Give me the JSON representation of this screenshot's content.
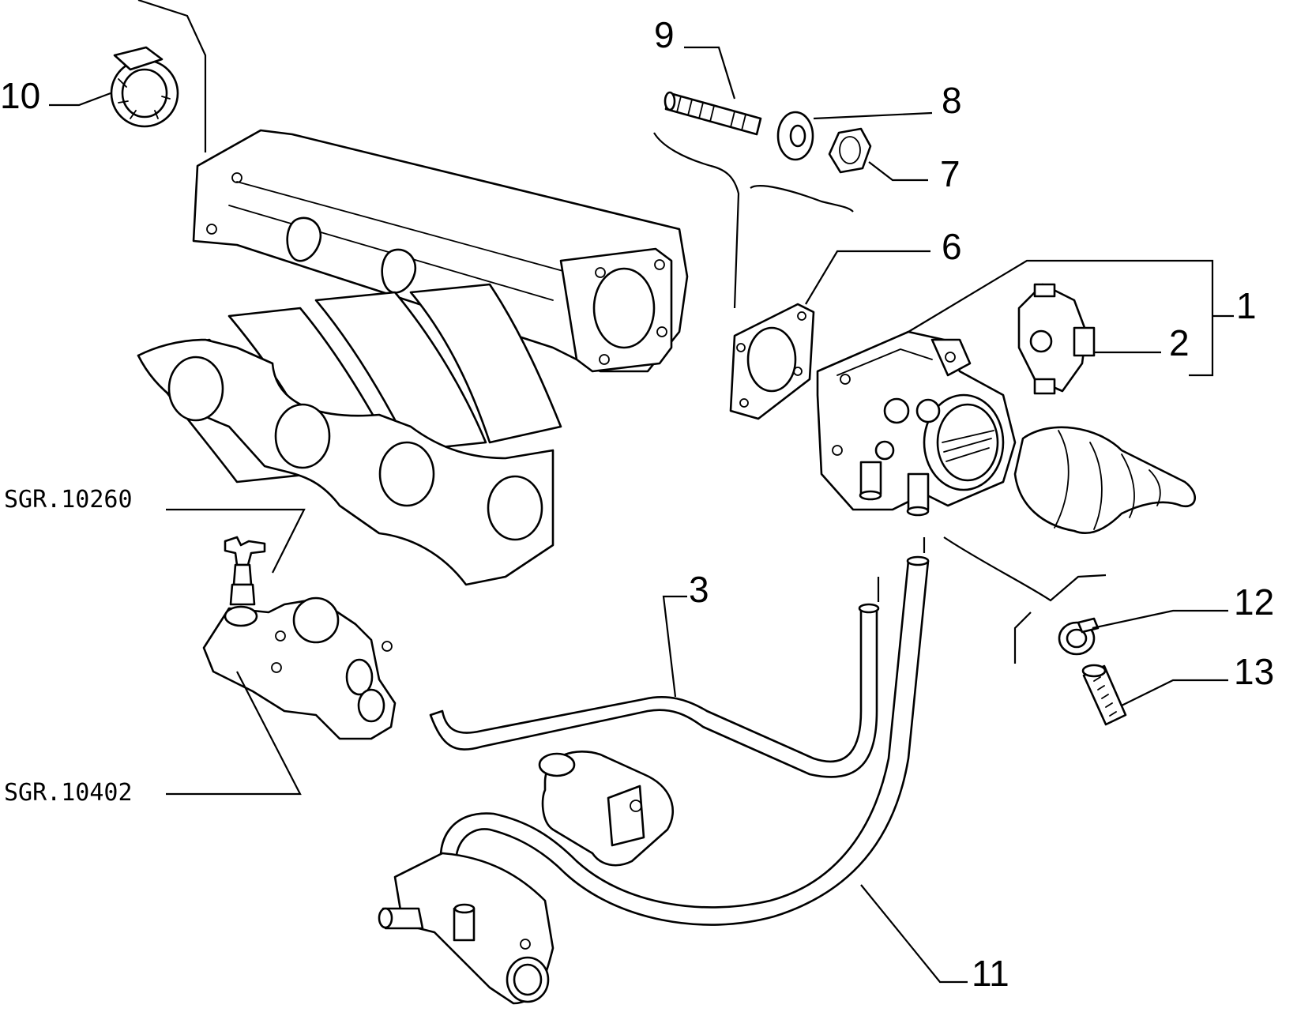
{
  "callouts": {
    "c1": "1",
    "c2": "2",
    "c3": "3",
    "c6": "6",
    "c7": "7",
    "c8": "8",
    "c9": "9",
    "c10": "10",
    "c11": "11",
    "c12": "12",
    "c13": "13"
  },
  "references": {
    "sgr_10260": "SGR.10260",
    "sgr_10402": "SGR.10402"
  }
}
